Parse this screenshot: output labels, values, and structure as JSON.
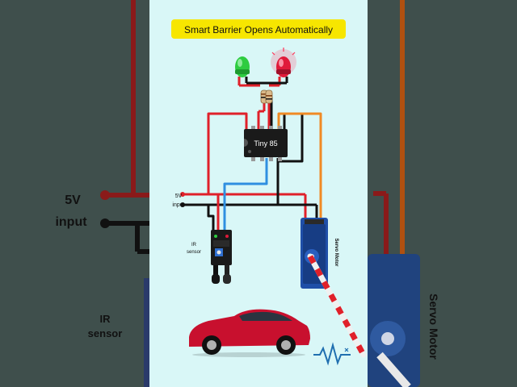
{
  "title": "Smart Barrier Opens Automatically",
  "chip_label": "Tiny 85",
  "input_label_line1": "5V",
  "input_label_line2": "input",
  "ir_label_line1": "IR",
  "ir_label_line2": "sensor",
  "servo_label": "Servo Motor",
  "bg_input_line1": "5V",
  "bg_input_line2": "input",
  "bg_ir_line1": "IR",
  "bg_ir_line2": "sensor",
  "bg_servo_label": "Servo Motor",
  "colors": {
    "panel_bg": "#d9f7f7",
    "side_bg": "#3a4a47",
    "title_bg": "#f7e600",
    "wire_red": "#e0202a",
    "wire_black": "#111111",
    "wire_blue": "#2f8fe0",
    "wire_orange": "#f08a24",
    "led_green": "#2ecc40",
    "led_red": "#e01a3a",
    "car_red": "#c8102e",
    "servo_blue": "#1f4fa8"
  }
}
